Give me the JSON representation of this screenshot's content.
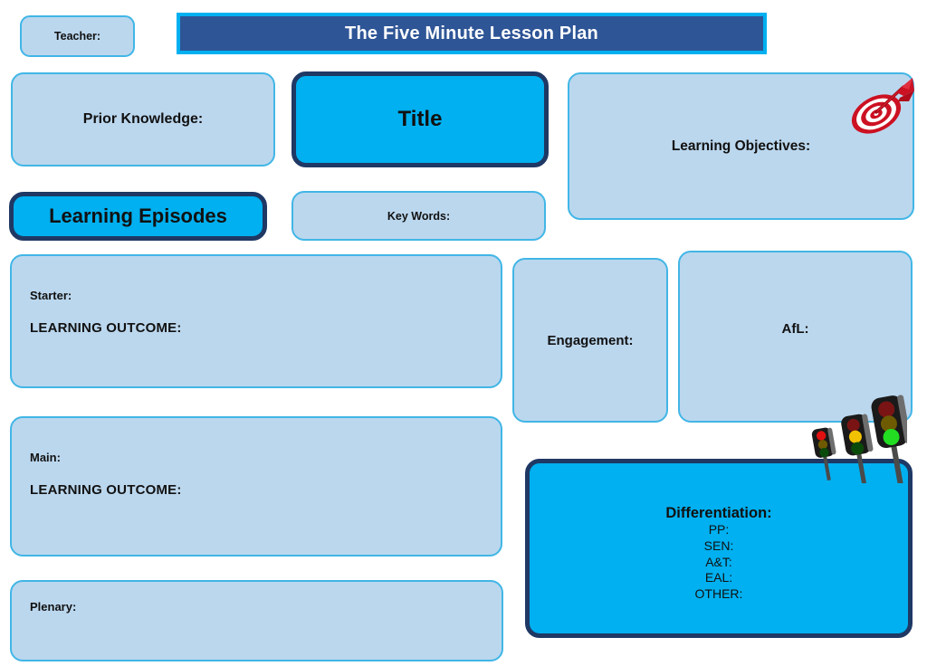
{
  "header": {
    "title": "The Five Minute Lesson Plan",
    "band_color": "#2E5596",
    "band_border_color": "#00B0F0"
  },
  "palette": {
    "panel_fill": "#BBD7EE",
    "panel_border": "#41B6E6",
    "accent_fill": "#00B0F0",
    "accent_border": "#1F3864",
    "text": "#111111",
    "target_red": "#CC1122",
    "light_red": "#E01010",
    "light_amber": "#F2C200",
    "light_green": "#22DD22"
  },
  "boxes": {
    "teacher": "Teacher:",
    "prior_knowledge": "Prior Knowledge:",
    "title": "Title",
    "learning_objectives": "Learning Objectives:",
    "learning_episodes": "Learning Episodes",
    "key_words": "Key Words:",
    "engagement": "Engagement:",
    "afl": "AfL:",
    "plenary": "Plenary:"
  },
  "starter": {
    "label": "Starter:",
    "outcome": "LEARNING OUTCOME:"
  },
  "main": {
    "label": "Main:",
    "outcome": "LEARNING OUTCOME:"
  },
  "differentiation": {
    "title": "Differentiation:",
    "items": [
      "PP:",
      "SEN:",
      "A&T:",
      "EAL:",
      "OTHER:"
    ]
  },
  "icons": {
    "target": "target-dartboard-icon",
    "traffic_lights": "traffic-lights-icon"
  }
}
